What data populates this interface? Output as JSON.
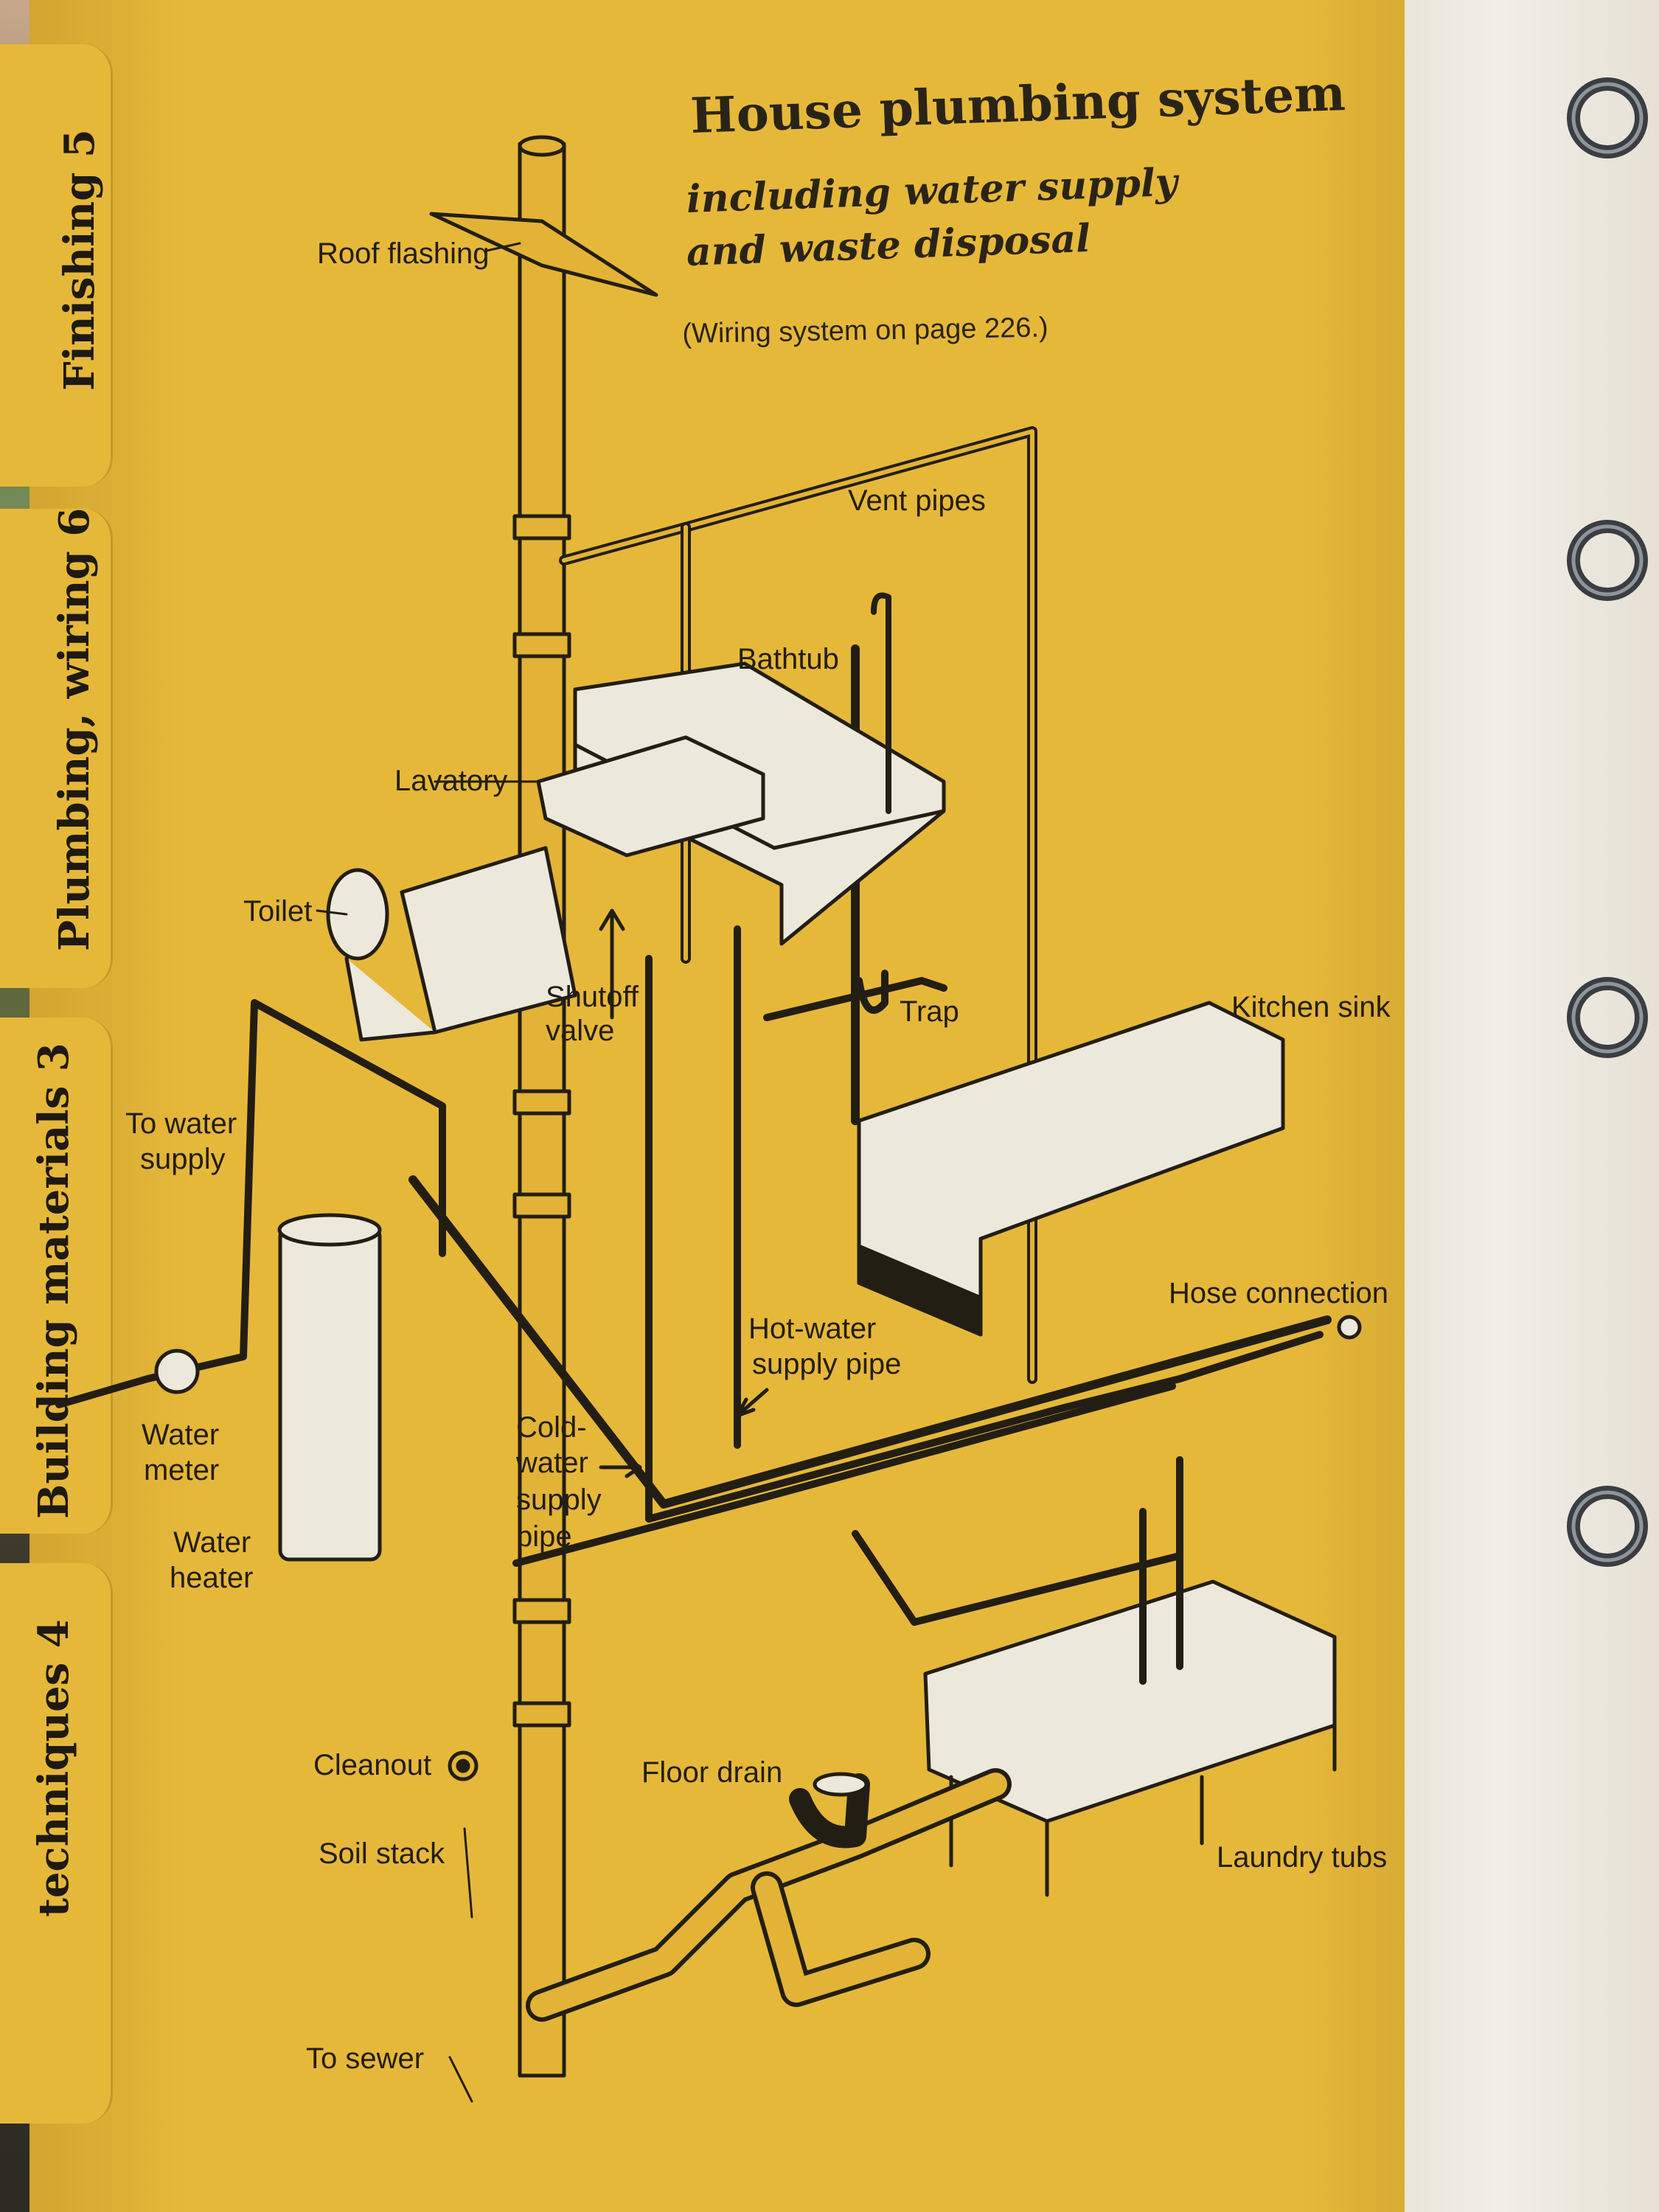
{
  "title": "House plumbing system",
  "subtitle_line1": "including water supply",
  "subtitle_line2": "and waste disposal",
  "note": "(Wiring system on page 226.)",
  "tabs": {
    "finishing": "Finishing 5",
    "plumbing": "Plumbing, wiring 6",
    "materials": "Building materials 3",
    "techniques": "techniques 4"
  },
  "labels": {
    "roof_flashing": "Roof flashing",
    "vent_pipes": "Vent pipes",
    "bathtub": "Bathtub",
    "lavatory": "Lavatory",
    "toilet": "Toilet",
    "shutoff_1": "Shutoff",
    "shutoff_2": "valve",
    "trap": "Trap",
    "kitchen_sink": "Kitchen sink",
    "to_water_1": "To water",
    "to_water_2": "supply",
    "hose_connection": "Hose connection",
    "hot_water_1": "Hot-water",
    "hot_water_2": "supply pipe",
    "cold_water_1": "Cold-",
    "cold_water_2": "water",
    "cold_water_3": "supply",
    "cold_water_4": "pipe",
    "water_meter_1": "Water",
    "water_meter_2": "meter",
    "water_heater_1": "Water",
    "water_heater_2": "heater",
    "cleanout": "Cleanout",
    "soil_stack": "Soil stack",
    "floor_drain": "Floor drain",
    "laundry_tubs": "Laundry tubs",
    "to_sewer": "To sewer"
  },
  "colors": {
    "page": "#e6b83a",
    "ink": "#231e14",
    "fixture": "#ece8dc"
  }
}
